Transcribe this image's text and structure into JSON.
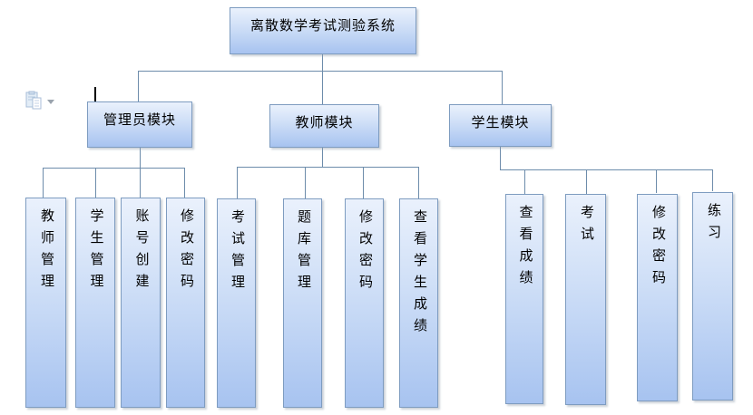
{
  "diagram": {
    "root": "离散数学考试测验系统",
    "modules": [
      {
        "label": "管理员模块",
        "children": [
          "教师管理",
          "学生管理",
          "账号创建",
          "修改密码"
        ]
      },
      {
        "label": "教师模块",
        "children": [
          "考试管理",
          "题库管理",
          "修改密码",
          "查看学生成绩"
        ]
      },
      {
        "label": "学生模块",
        "children": [
          "查看成绩",
          "考试",
          "修改密码",
          "练习"
        ]
      }
    ]
  },
  "editor": {
    "icons": {
      "paste_options": "clipboard-paste-icon",
      "dropdown": "chevron-down-icon"
    },
    "cursor_visible": true
  },
  "colors": {
    "box_fill_top": "#eaf1fc",
    "box_fill_bottom": "#a7c3f0",
    "box_border": "#7e9cc0",
    "connector_line": "#6d8cab",
    "background": "#ffffff",
    "text": "#000000"
  }
}
